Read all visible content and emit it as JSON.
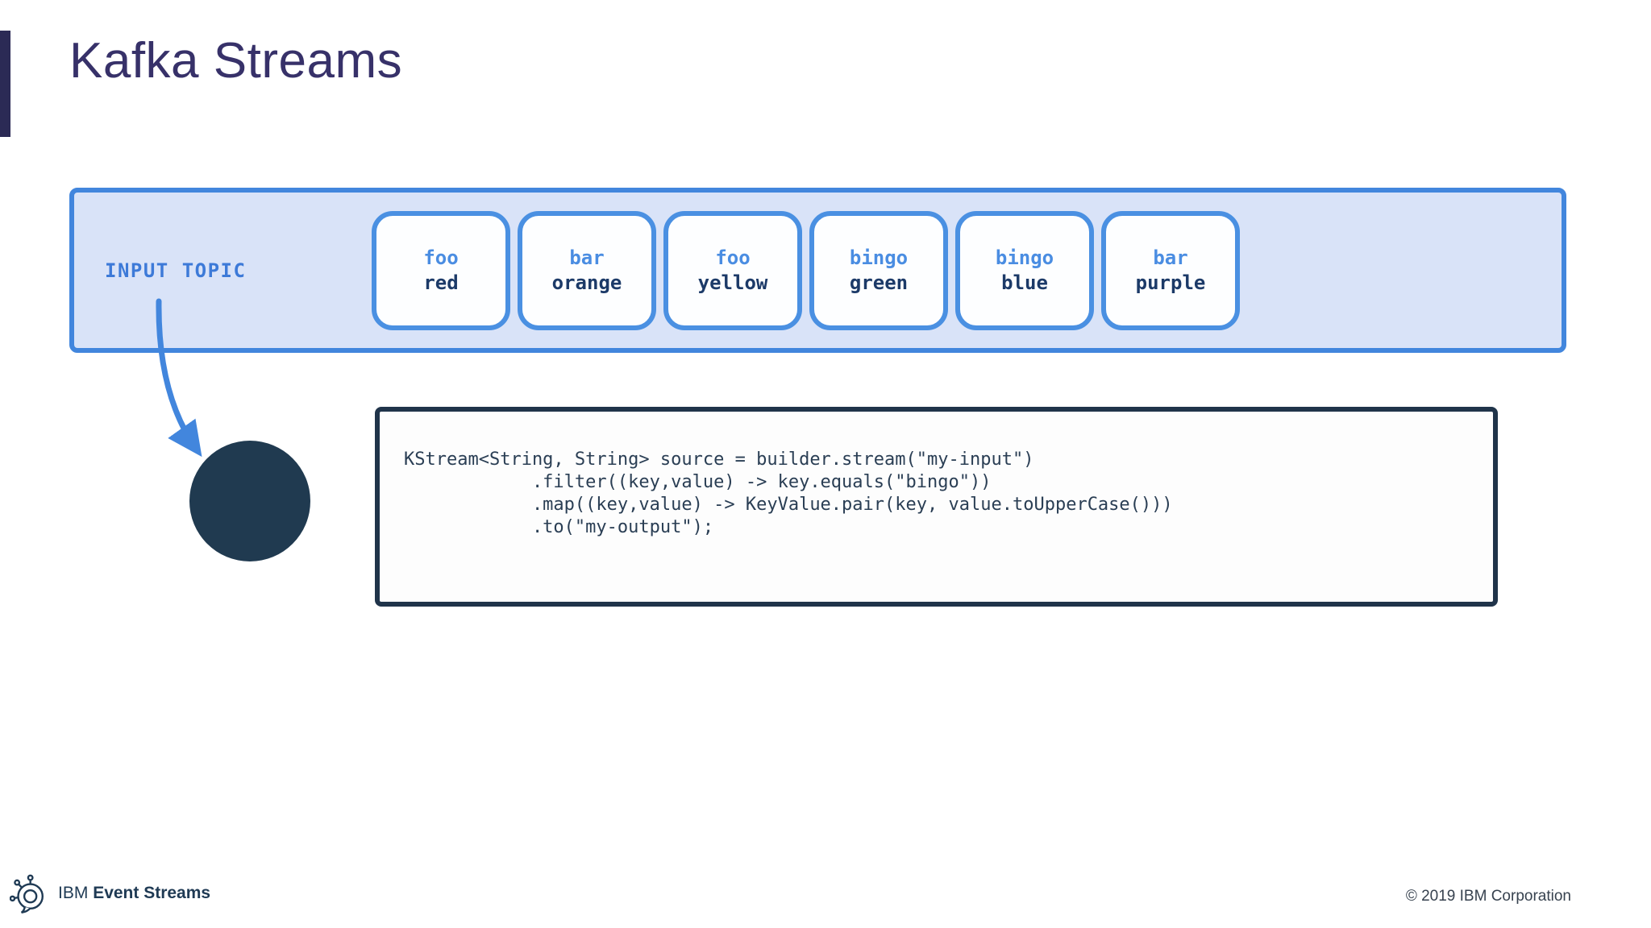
{
  "slide": {
    "title": "Kafka Streams",
    "footer": {
      "brand_prefix": "IBM",
      "brand_name": "Event Streams",
      "copyright": "© 2019 IBM Corporation"
    }
  },
  "banner": {
    "label": "INPUT TOPIC",
    "cards": [
      {
        "key": "foo",
        "value": "red"
      },
      {
        "key": "bar",
        "value": "orange"
      },
      {
        "key": "foo",
        "value": "yellow"
      },
      {
        "key": "bingo",
        "value": "green"
      },
      {
        "key": "bingo",
        "value": "blue"
      },
      {
        "key": "bar",
        "value": "purple"
      }
    ]
  },
  "code": {
    "content": "KStream<String, String> source = builder.stream(\"my-input\")\n            .filter((key,value) -> key.equals(\"bingo\"))\n            .map((key,value) -> KeyValue.pair(key, value.toUpperCase()))\n            .to(\"my-output\");"
  },
  "icons": {
    "flow_arrow": "curved arrow from input topic to stream processor node",
    "event_streams_logo": "IBM Event Streams speech-bubble network icon"
  },
  "colors": {
    "accent_bar": "#2b2a55",
    "title_text": "#373169",
    "banner_fill": "#d9e3f8",
    "banner_border": "#4286dd",
    "card_border": "#4a90e2",
    "card_key_text": "#4a8de2",
    "card_value_text": "#1c3a68",
    "arrow": "#4286dd",
    "processor_circle": "#203a50",
    "code_border": "#20344a",
    "code_text": "#2a3e54",
    "footer_text": "#1f3a54"
  }
}
